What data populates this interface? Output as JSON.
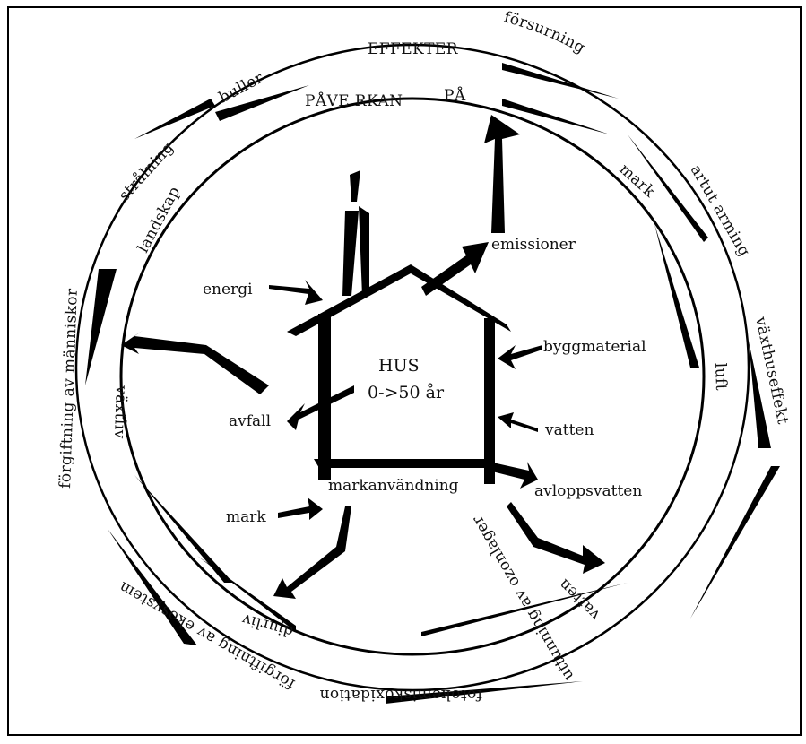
{
  "diagram": {
    "outer_ring_title": "EFFEKTER",
    "inner_ring_title": "PÅVE RKAN",
    "inner_ring_title_2": "PÅ",
    "center_title": "HUS",
    "center_subtitle": "0->50 år",
    "outer_ring_labels": {
      "forsurning": "försurning",
      "artutarmning": "artut arming",
      "vaxthuseffekt": "växthuseffekt",
      "uttunning": "uttunning av ozonlager",
      "fotokemisk": "fotokemiskoxidation",
      "forgiftning_eko": "förgiftning av ekosystem",
      "forgiftning_manniskor": "förgiftning av människor",
      "stralning": "strålning",
      "buller": "buller"
    },
    "inner_ring_labels": {
      "mark": "mark",
      "luft": "luft",
      "vatten": "vatten",
      "djurliv": "djurliv",
      "vaxtliv": "växtliv",
      "landskap": "landskap"
    },
    "flow_labels": {
      "emissioner": "emissioner",
      "energi": "energi",
      "byggmaterial": "byggmaterial",
      "vatten": "vatten",
      "avfall": "avfall",
      "avloppsvatten": "avloppsvatten",
      "markanvandning": "markanvändning",
      "mark": "mark"
    }
  }
}
